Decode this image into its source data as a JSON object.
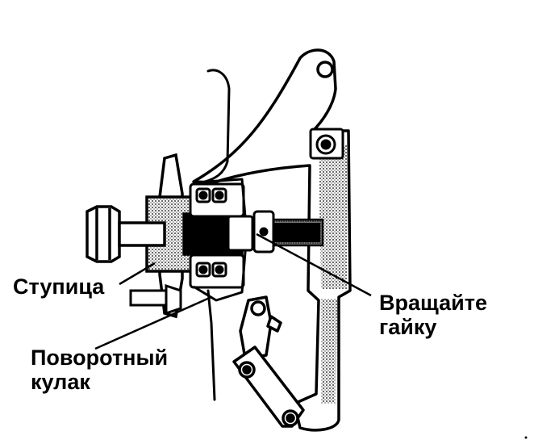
{
  "labels": {
    "hub": "Ступица",
    "nut_line1": "Вращайте",
    "nut_line2": "гайку",
    "knuckle_line1": "Поворотный",
    "knuckle_line2": "кулак"
  },
  "colors": {
    "ink": "#000000",
    "paper": "#ffffff",
    "shade": "#bdbdbd"
  }
}
